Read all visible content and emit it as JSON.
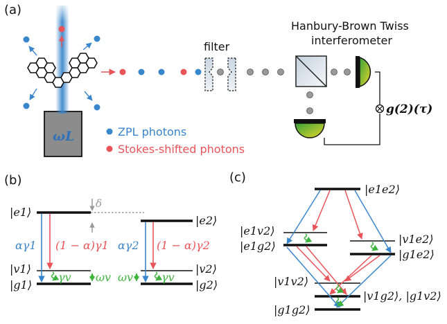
{
  "panel_a": {
    "label": "(a)",
    "laser_label": "ωL",
    "filter_label": "filter",
    "hbt_line1": "Hanbury-Brown Twiss",
    "hbt_line2": "interferometer",
    "g2_label": "g(2)(τ)",
    "legend_zpl": "ZPL photons",
    "legend_stokes": "Stokes-shifted photons"
  },
  "panel_b": {
    "label": "(b)",
    "e1": "|e1⟩",
    "e2": "|e2⟩",
    "v1": "|v1⟩",
    "v2": "|v2⟩",
    "g1": "|g1⟩",
    "g2": "|g2⟩",
    "delta": "δ",
    "zpl_rate_1": "αγ1",
    "stokes_rate_1": "(1 − α)γ1",
    "zpl_rate_2": "αγ2",
    "stokes_rate_2": "(1 − α)γ2",
    "relax_1": "γv",
    "relax_2": "γv",
    "vib_1": "ωv",
    "vib_2": "ωv"
  },
  "panel_c": {
    "label": "(c)",
    "e1e2": "|e1e2⟩",
    "e1v2": "|e1v2⟩",
    "v1e2": "|v1e2⟩",
    "e1g2": "|e1g2⟩",
    "g1e2": "|g1e2⟩",
    "v1v2": "|v1v2⟩",
    "mixed": "|v1g2⟩, |g1v2⟩",
    "g1g2": "|g1g2⟩"
  },
  "colors": {
    "zpl": "#3a86cc",
    "stokes": "#e8545a",
    "vibrational": "#3fb43f",
    "detector": "#7cc23a"
  }
}
